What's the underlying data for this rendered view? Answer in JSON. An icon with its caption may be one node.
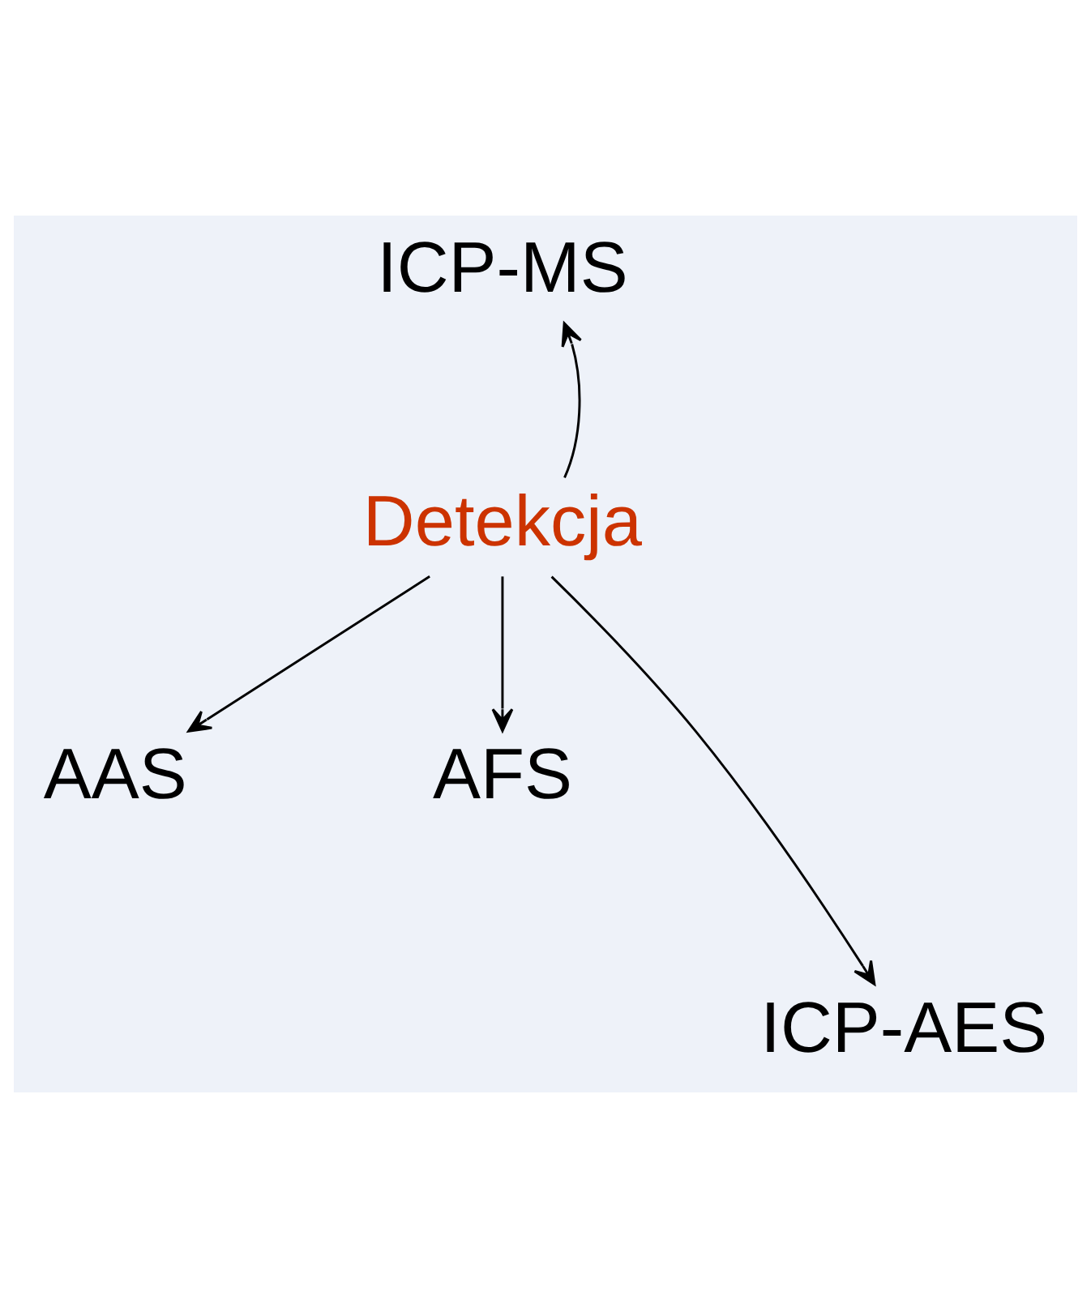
{
  "diagram": {
    "nodes": [
      {
        "text": [
          "ICP-MS"
        ]
      },
      {
        "text": [
          "Detekcja"
        ]
      },
      {
        "text": [
          "AAS"
        ]
      },
      {
        "text": [
          "AFS"
        ]
      },
      {
        "text": [
          "ICP-AES"
        ]
      }
    ],
    "edges": [
      {
        "from": 1,
        "to": 0,
        "arrow": "to"
      },
      {
        "from": 1,
        "to": 2,
        "arrow": "to"
      },
      {
        "from": 1,
        "to": 4,
        "arrow": "to"
      },
      {
        "from": 1,
        "to": 3,
        "arrow": "to"
      }
    ]
  }
}
